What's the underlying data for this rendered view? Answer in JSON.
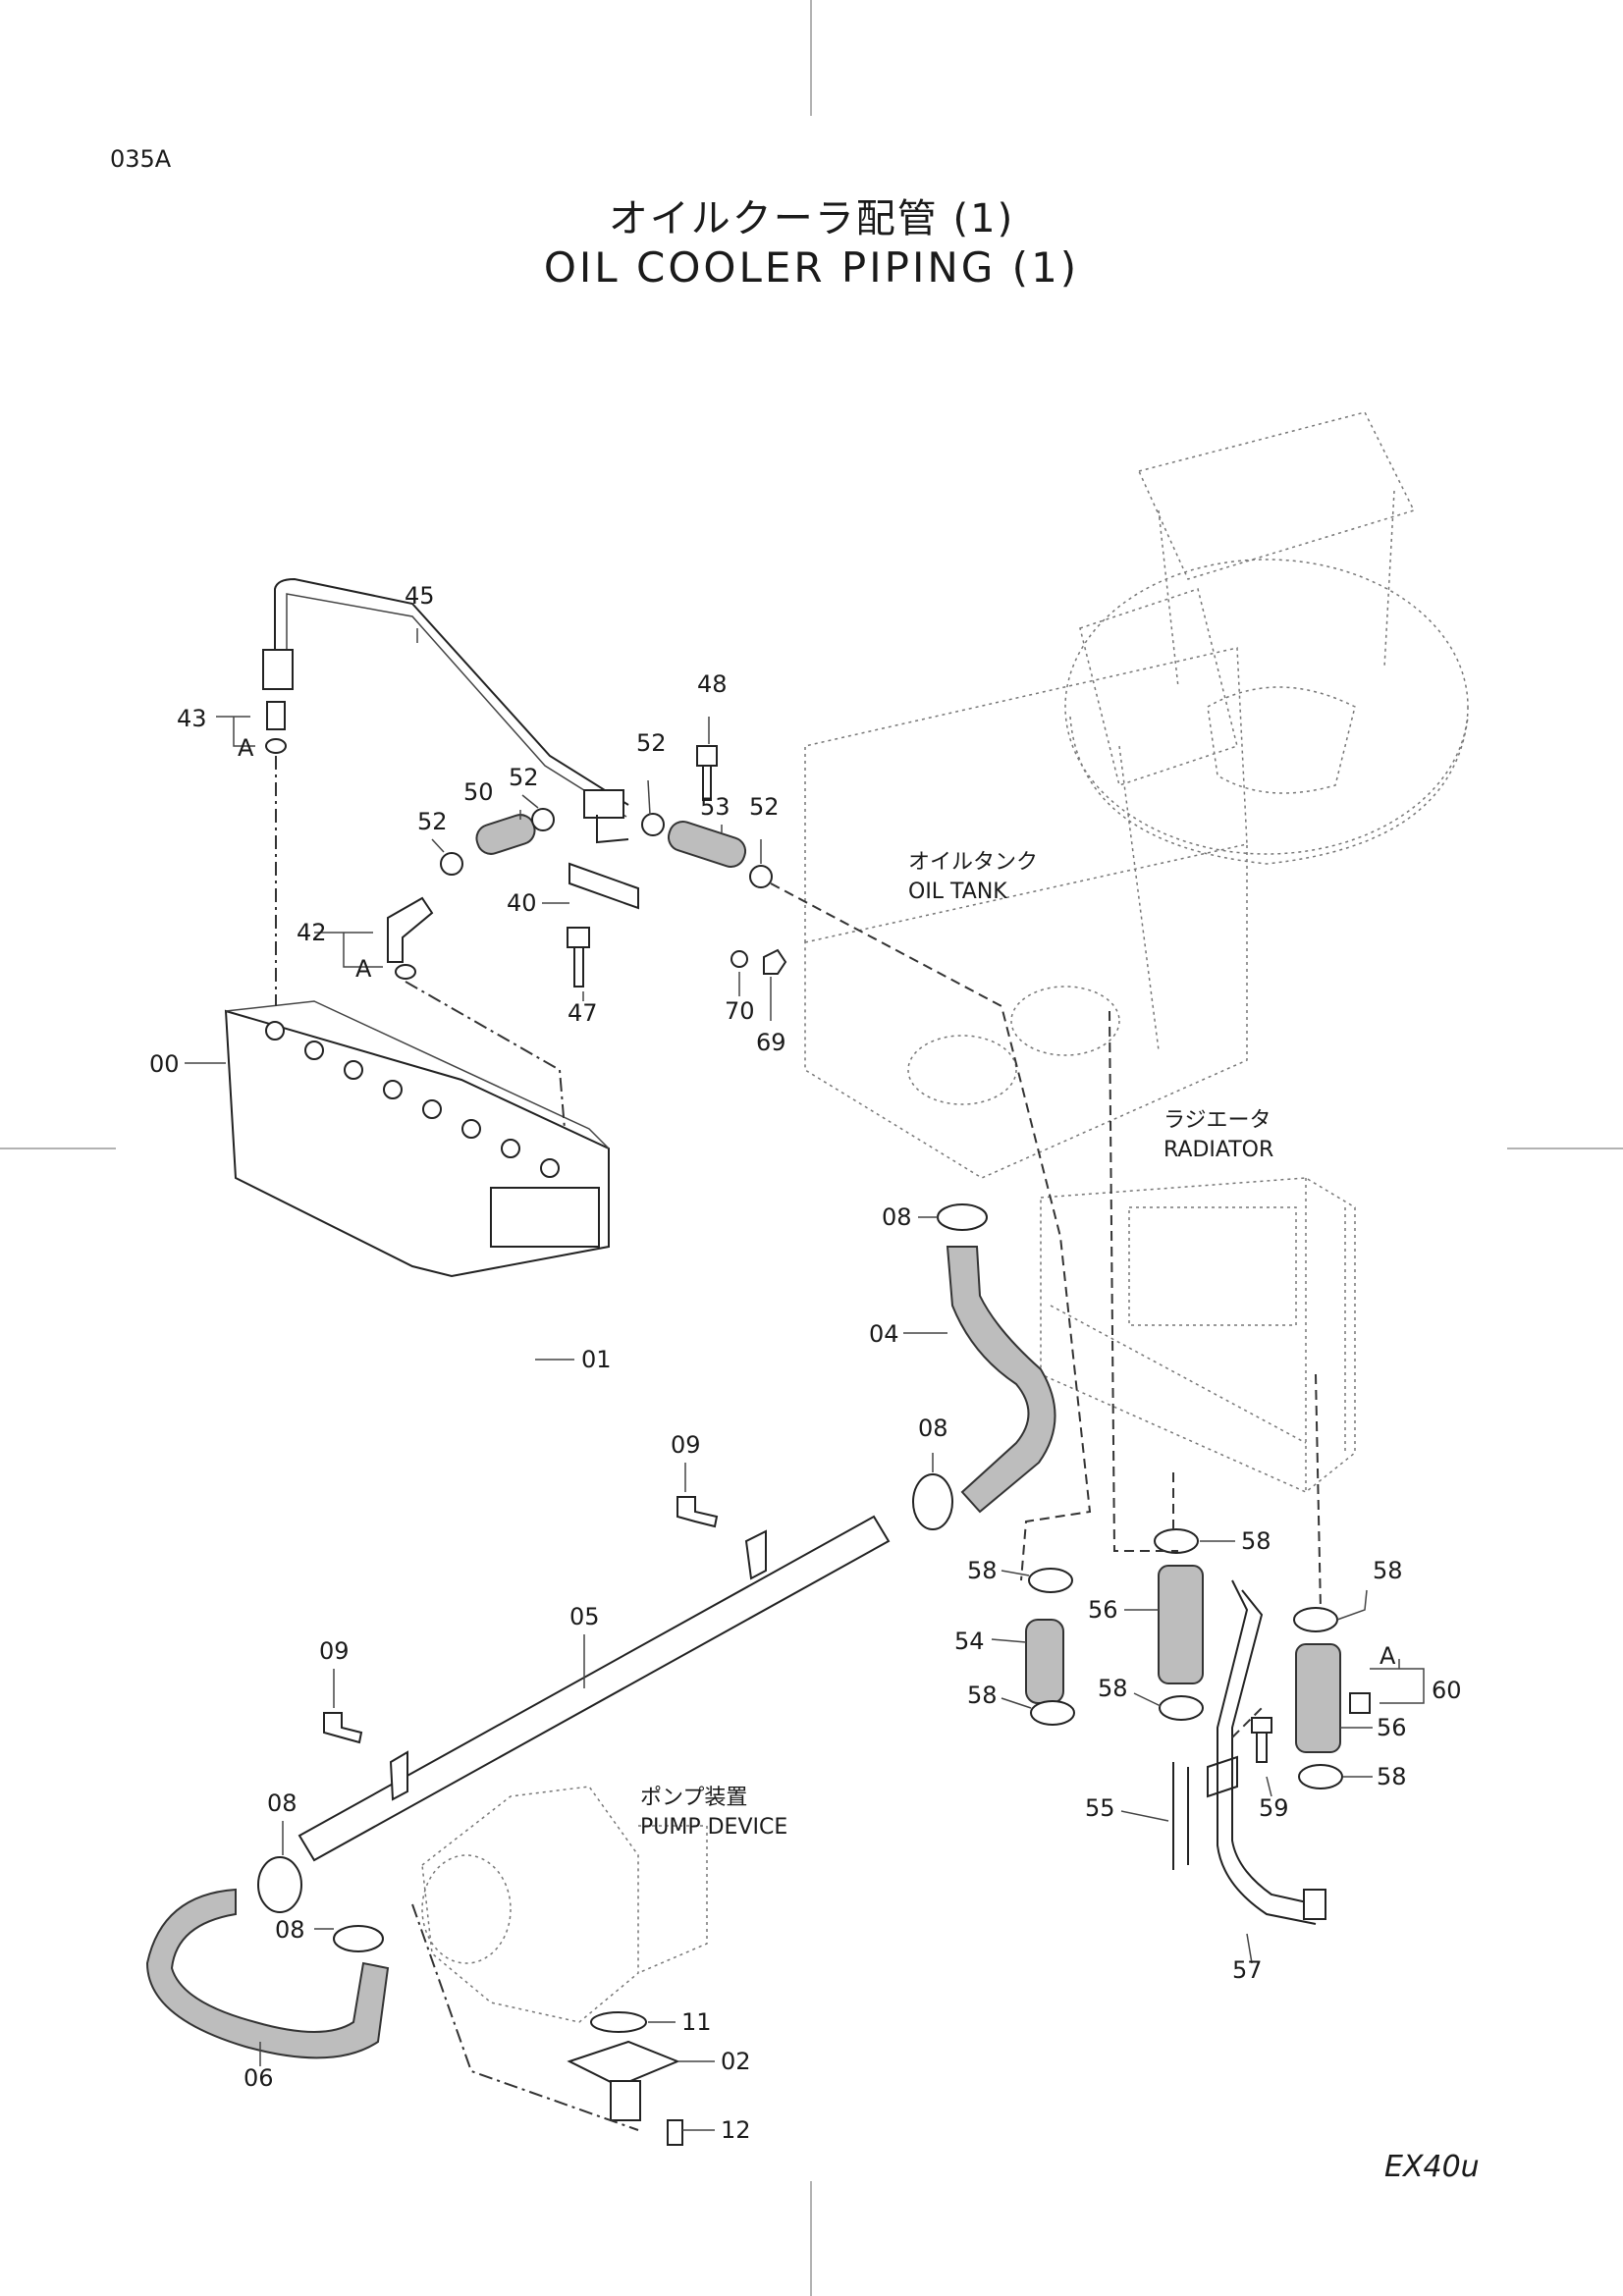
{
  "page_code": "035A",
  "title_jp": "オイルクーラ配管 (1)",
  "title_en": "OIL COOLER PIPING (1)",
  "model": "EX40u",
  "assemblies": {
    "oil_tank_jp": "オイルタンク",
    "oil_tank_en": "OIL TANK",
    "radiator_jp": "ラジエータ",
    "radiator_en": "RADIATOR",
    "pump_jp": "ポンプ装置",
    "pump_en": "PUMP DEVICE"
  },
  "callouts": [
    "45",
    "43",
    "A",
    "48",
    "52",
    "52",
    "52",
    "52",
    "50",
    "53",
    "42",
    "A",
    "40",
    "47",
    "70",
    "69",
    "00",
    "01",
    "08",
    "04",
    "08",
    "09",
    "05",
    "09",
    "08",
    "08",
    "06",
    "11",
    "02",
    "12",
    "58",
    "58",
    "56",
    "58",
    "54",
    "58",
    "58",
    "55",
    "57",
    "59",
    "60",
    "A",
    "56",
    "58"
  ]
}
